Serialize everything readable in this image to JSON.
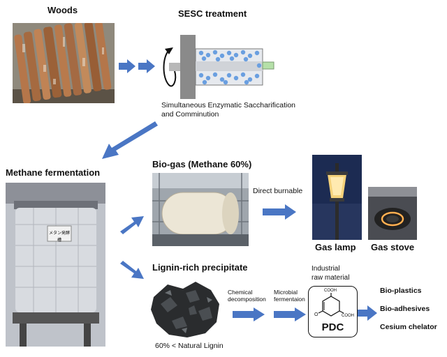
{
  "labels": {
    "woods": "Woods",
    "sesc_treatment": "SESC treatment",
    "sesc_caption_line1": "Simultaneous Enzymatic Saccharification",
    "sesc_caption_line2": "and Comminution",
    "methane_fermentation": "Methane fermentation",
    "biogas": "Bio-gas (Methane 60%)",
    "direct_burnable": "Direct burnable",
    "gas_lamp": "Gas lamp",
    "gas_stove": "Gas stove",
    "lignin_precipitate": "Lignin-rich precipitate",
    "natural_lignin": "60% < Natural Lignin",
    "chemical_line1": "Chemical",
    "chemical_line2": "decomposition",
    "microbial_line1": "Microbial",
    "microbial_line2": "fermentaion",
    "industrial_line1": "Industrial",
    "industrial_line2": "raw material",
    "pdc": "PDC",
    "cooh_top": "COOH",
    "cooh_right": "COOH",
    "oxygen": "O",
    "tank_tag": "メタン発酵槽",
    "product_1": "Bio-plastics",
    "product_2": "Bio-adhesives",
    "product_3": "Cesium chelator"
  },
  "colors": {
    "arrow_blue": "#4a76c4",
    "bead_blue": "#6a9fe0"
  }
}
